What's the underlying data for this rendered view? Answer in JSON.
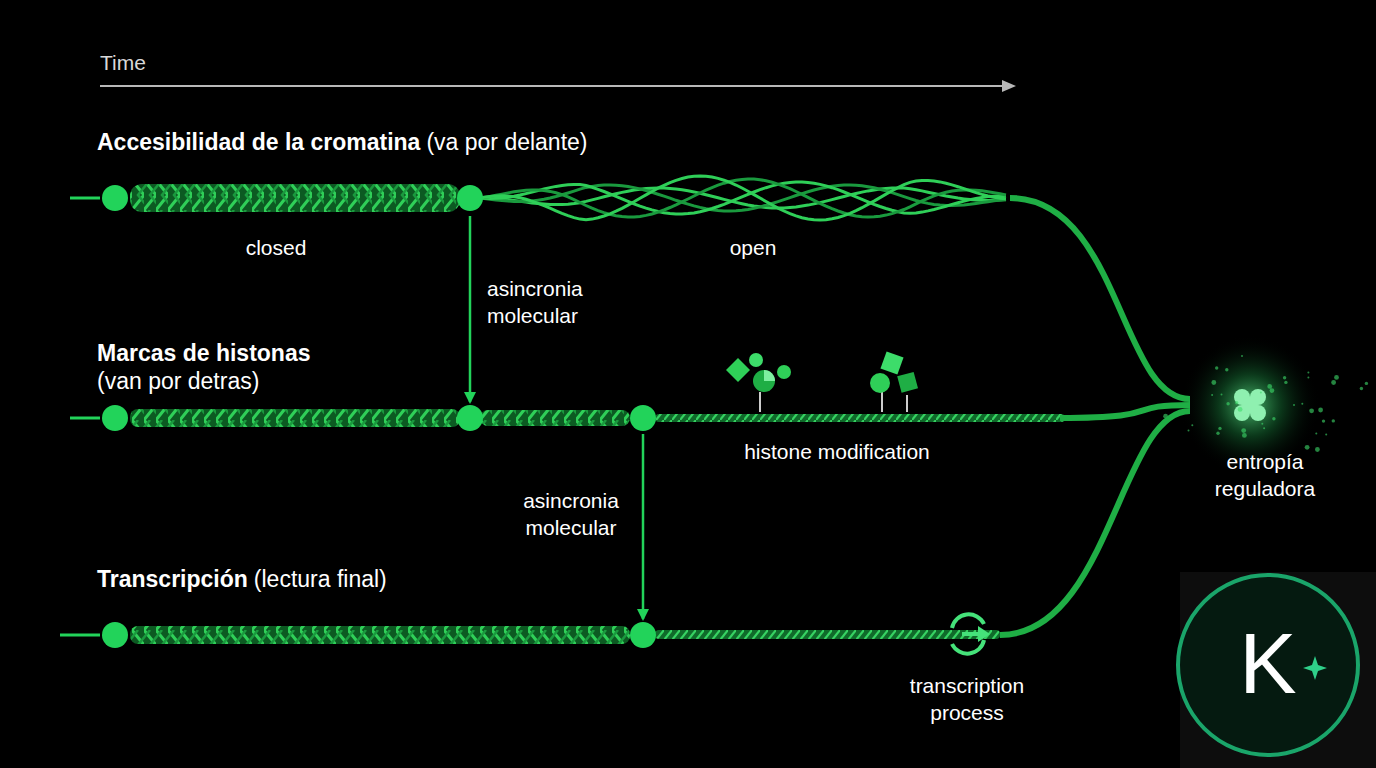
{
  "diagram": {
    "nodes": [
      {
        "text": [
          "Accesibilidad de la cromatina",
          "(va por delante)"
        ]
      },
      {
        "text": [
          "Marcas de histonas",
          "(van por detras)"
        ]
      },
      {
        "text": [
          "Transcripción",
          "(lectura final)"
        ]
      },
      {
        "text": [
          "entropía reguladora"
        ]
      }
    ],
    "edges": [
      {
        "from": 0,
        "to": 1,
        "arrow": "to",
        "label": "asincronia molecular"
      },
      {
        "from": 1,
        "to": 2,
        "arrow": "to",
        "label": "asincronia molecular"
      },
      {
        "from": 0,
        "to": 3,
        "arrow": "none"
      },
      {
        "from": 1,
        "to": 3,
        "arrow": "none"
      },
      {
        "from": 2,
        "to": 3,
        "arrow": "none"
      }
    ],
    "labels": [
      "Time",
      "closed",
      "open",
      "histone modification",
      "transcription process",
      "K"
    ]
  }
}
